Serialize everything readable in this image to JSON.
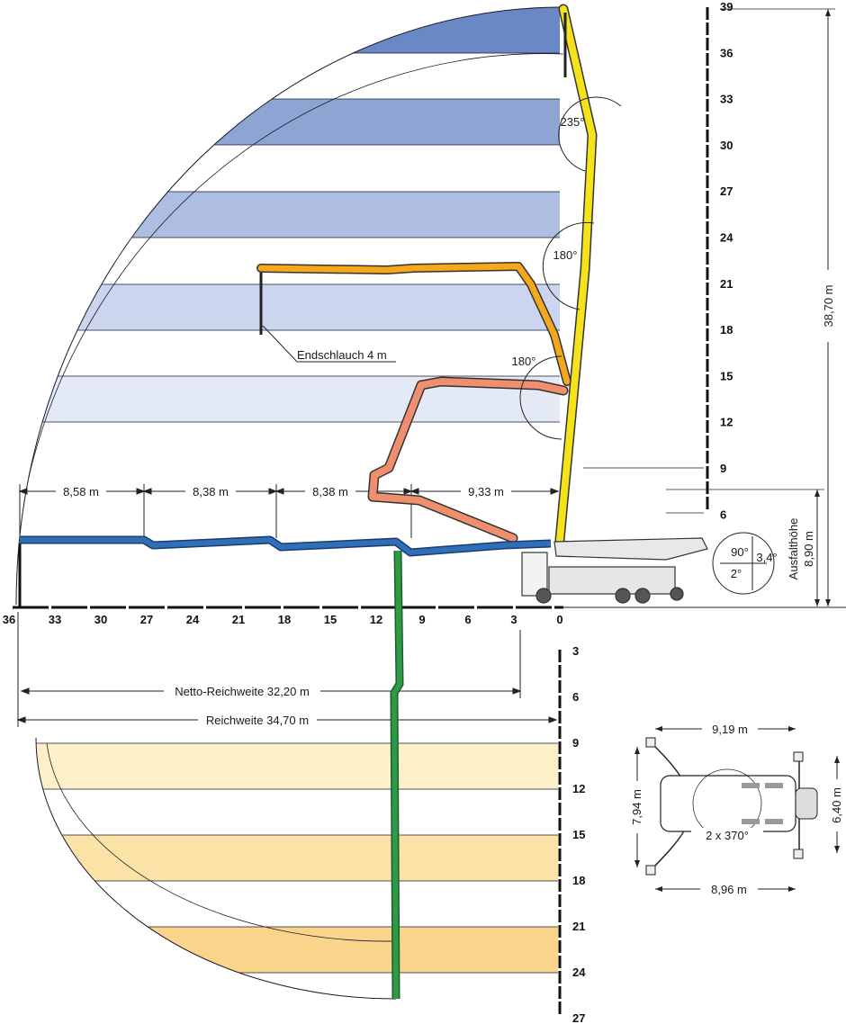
{
  "colors": {
    "upper_band": [
      "#6b88c6",
      "#8ea4d3",
      "#aebde2",
      "#ccd5ee",
      "#e4e9f6"
    ],
    "lower_band": [
      "#fdf0c8",
      "#fbe2a6",
      "#f9d48a"
    ],
    "boom_vertical": "#f5e21a",
    "boom_orange": "#f4a81c",
    "boom_salmon": "#ef8f6e",
    "boom_blue": "#2e6fb8",
    "boom_green": "#2e9a48"
  },
  "right_axis_ticks": [
    "39",
    "36",
    "33",
    "30",
    "27",
    "24",
    "21",
    "18",
    "15",
    "12",
    "9",
    "6"
  ],
  "bottom_axis_ticks": [
    "36",
    "33",
    "30",
    "27",
    "24",
    "21",
    "18",
    "15",
    "12",
    "9",
    "6",
    "3",
    "0"
  ],
  "lower_axis_ticks": [
    "3",
    "6",
    "9",
    "12",
    "15",
    "18",
    "21",
    "24",
    "27"
  ],
  "segments": [
    "8,58 m",
    "8,38 m",
    "8,38 m",
    "9,33 m"
  ],
  "labels": {
    "total_height": "38,70 m",
    "slewing_height_title": "Ausfalthöhe",
    "slewing_height": "8,90 m",
    "end_hose": "Endschlauch 4 m",
    "net_reach": "Netto-Reichweite 32,20 m",
    "reach": "Reichweite 34,70 m",
    "angle_top": "235°",
    "angle_mid": "180°",
    "angle_low": "180°",
    "angle_90": "90°",
    "angle_34": "3,4°",
    "angle_2": "2°"
  },
  "outrigger": {
    "top_width": "9,19 m",
    "bottom_width": "8,96 m",
    "left_height": "7,94 m",
    "right_height": "6,40 m",
    "rotation": "2 x 370°"
  }
}
